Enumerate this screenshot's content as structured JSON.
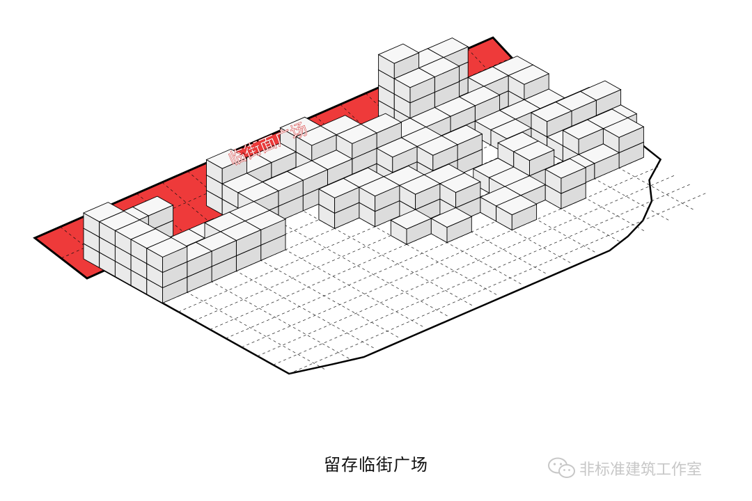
{
  "diagram": {
    "plaza_label": "临街面广场",
    "caption": "留存临街广场",
    "colors": {
      "plaza": "#ee3a3a",
      "cube_top": "#f7f7f7",
      "cube_left": "#eaeaea",
      "cube_right": "#dcdcdc",
      "line": "#000000",
      "grid": "#333333"
    }
  },
  "watermark": {
    "icon": "wechat-icon",
    "text": "非标准建筑工作室"
  }
}
